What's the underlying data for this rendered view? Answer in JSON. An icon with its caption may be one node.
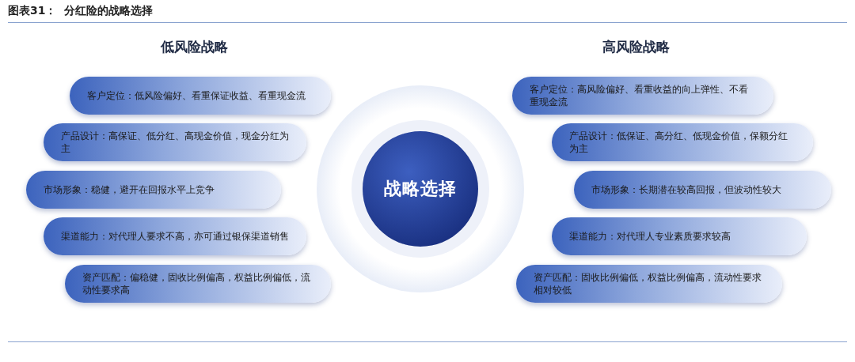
{
  "diagram": {
    "title": "图表31：  分红险的战略选择",
    "nodes": [
      {
        "text": [
          "客户定位：低风险偏好、看重保证收益、看重现金流"
        ]
      },
      {
        "text": [
          "产品设计：高保证、低分红、高现金价值，现金分红为主"
        ]
      },
      {
        "text": [
          "市场形象：稳健，避开在回报水平上竞争"
        ]
      },
      {
        "text": [
          "渠道能力：对代理人要求不高，亦可通过银保渠道销售"
        ]
      },
      {
        "text": [
          "资产匹配：偏稳健，固收比例偏高，权益比例偏低，流动性要求高"
        ]
      },
      {
        "text": [
          "战略选择"
        ]
      },
      {
        "text": [
          "客户定位：高风险偏好、看重收益的向上弹性、不看重现金流"
        ]
      },
      {
        "text": [
          "产品设计：低保证、高分红、低现金价值，保额分红为主"
        ]
      },
      {
        "text": [
          "市场形象：长期潜在较高回报，但波动性较大"
        ]
      },
      {
        "text": [
          "渠道能力：对代理人专业素质要求较高"
        ]
      },
      {
        "text": [
          "资产匹配：固收比例偏低，权益比例偏高，流动性要求相对较低"
        ]
      }
    ],
    "labels": [
      "低风险战略",
      "高风险战略"
    ]
  }
}
